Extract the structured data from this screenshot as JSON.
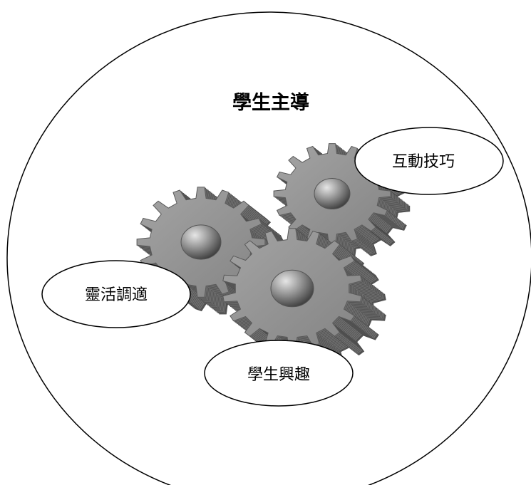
{
  "diagram": {
    "title": "學生主導",
    "labels": {
      "top_right": "互動技巧",
      "left": "靈活調適",
      "bottom": "學生興趣"
    }
  },
  "colors": {
    "outline": "#000000",
    "gear_face": "#8f8f8f",
    "gear_side": "#6f6f6f",
    "background": "#ffffff"
  },
  "icons": [
    "gear-icon"
  ]
}
